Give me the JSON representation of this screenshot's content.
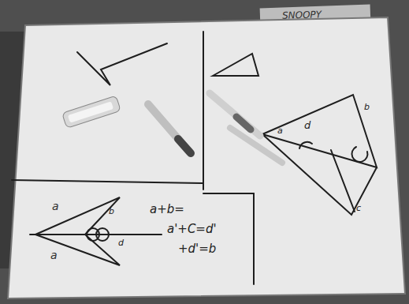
{
  "diagram": {
    "labels": [
      "SNOOPY",
      "a+b=",
      "a'+C=d'",
      "+d'=b",
      "d",
      "a",
      "b",
      "c",
      "a",
      "a",
      "b",
      "d"
    ]
  }
}
